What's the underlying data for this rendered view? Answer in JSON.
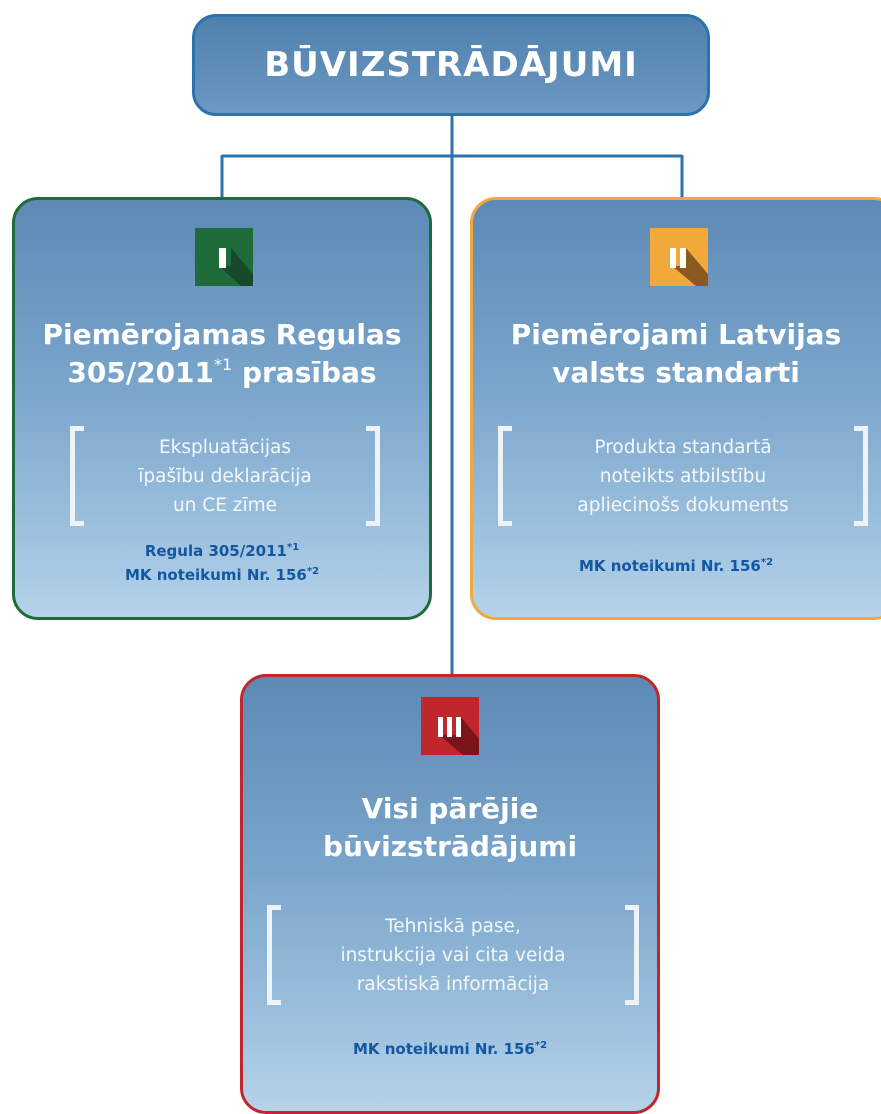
{
  "title": "BŪVIZSTRĀDĀJUMI",
  "colors": {
    "connector": "#2c72ad",
    "box_fill_top": "#5d8ab5",
    "box_fill_bottom": "#b5d3ea",
    "reference_text": "#1357a3",
    "category_1": "#1f6b3a",
    "category_2": "#f2a93b",
    "category_3": "#c0272d"
  },
  "categories": [
    {
      "numeral": "I",
      "badge_icon": "roman-numeral-one-badge",
      "heading_line1": "Piemērojamas Regulas",
      "heading_line2_main": "305/2011",
      "heading_line2_sup": "*1",
      "heading_line2_end": " prasības",
      "description": "Ekspluatācijas\nīpašību deklarācija\nun CE zīme",
      "refs": [
        {
          "text": "Regula 305/2011",
          "sup": "*1"
        },
        {
          "text": "MK noteikumi Nr. 156",
          "sup": "*2"
        }
      ]
    },
    {
      "numeral": "II",
      "badge_icon": "roman-numeral-two-badge",
      "heading_line1": "Piemērojami Latvijas",
      "heading_line2": "valsts standarti",
      "description": "Produkta standartā\nnoteikts atbilstību\napliecinošs dokuments",
      "refs": [
        {
          "text": "MK noteikumi Nr. 156",
          "sup": "*2"
        }
      ]
    },
    {
      "numeral": "III",
      "badge_icon": "roman-numeral-three-badge",
      "heading_line1": "Visi pārējie",
      "heading_line2": "būvizstrādājumi",
      "description": "Tehniskā pase,\ninstrukcija vai cita veida\nrakstiskā informācija",
      "refs": [
        {
          "text": "MK noteikumi Nr. 156",
          "sup": "*2"
        }
      ]
    }
  ]
}
